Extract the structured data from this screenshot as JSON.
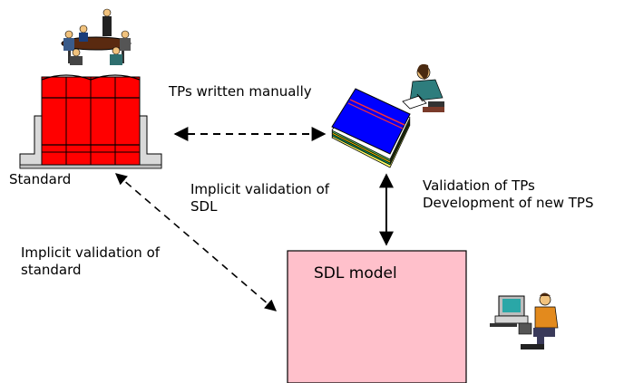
{
  "labels": {
    "tps_written": "TPs written manually",
    "standard": "Standard",
    "implicit_sdl": [
      "Implicit validation of",
      "SDL"
    ],
    "validation_tps": [
      "Validation of TPs",
      "Development of new TPS"
    ],
    "implicit_standard": [
      "Implicit validation of",
      "standard"
    ],
    "sdl_model": "SDL model"
  },
  "icons": {
    "meeting": "meeting-people-icon",
    "standard_books": "standard-books-icon",
    "writer": "writing-person-icon",
    "tp_book": "test-procedures-book-icon",
    "computer_user": "computer-user-icon"
  },
  "colors": {
    "book_red": "#ff0000",
    "book_blue": "#0000ff",
    "model_fill": "#ffc0cb",
    "arrow": "#000000"
  }
}
